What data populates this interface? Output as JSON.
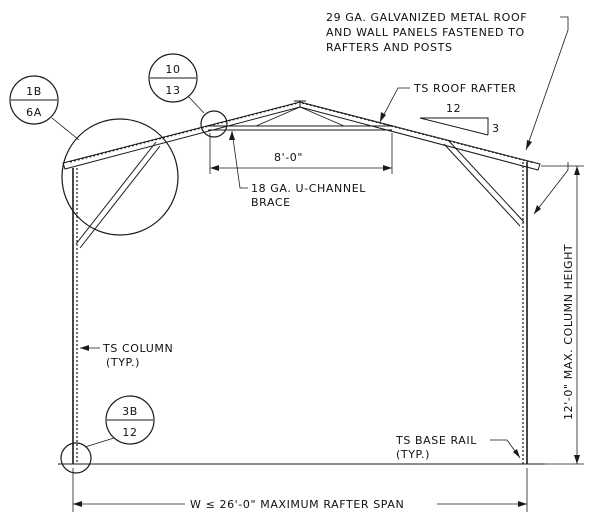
{
  "labels": {
    "roof_panels_line1": "29 GA. GALVANIZED METAL ROOF",
    "roof_panels_line2": "AND WALL PANELS FASTENED TO",
    "roof_panels_line3": "RAFTERS AND POSTS",
    "roof_rafter": "TS ROOF RAFTER",
    "pitch_rise": "3",
    "pitch_run": "12",
    "brace_dimension": "8'-0\"",
    "brace_line1": "18 GA. U-CHANNEL",
    "brace_line2": "BRACE",
    "column_line1": "TS COLUMN",
    "column_line2": "(TYP.)",
    "base_rail_line1": "TS BASE RAIL",
    "base_rail_line2": "(TYP.)",
    "column_height": "12'-0\" MAX. COLUMN HEIGHT",
    "span": "W ≤ 26'-0\" MAXIMUM RAFTER SPAN"
  },
  "detail_bubbles": [
    {
      "top": "1B",
      "bottom": "6A"
    },
    {
      "top": "10",
      "bottom": "13"
    },
    {
      "top": "3B",
      "bottom": "12"
    }
  ]
}
